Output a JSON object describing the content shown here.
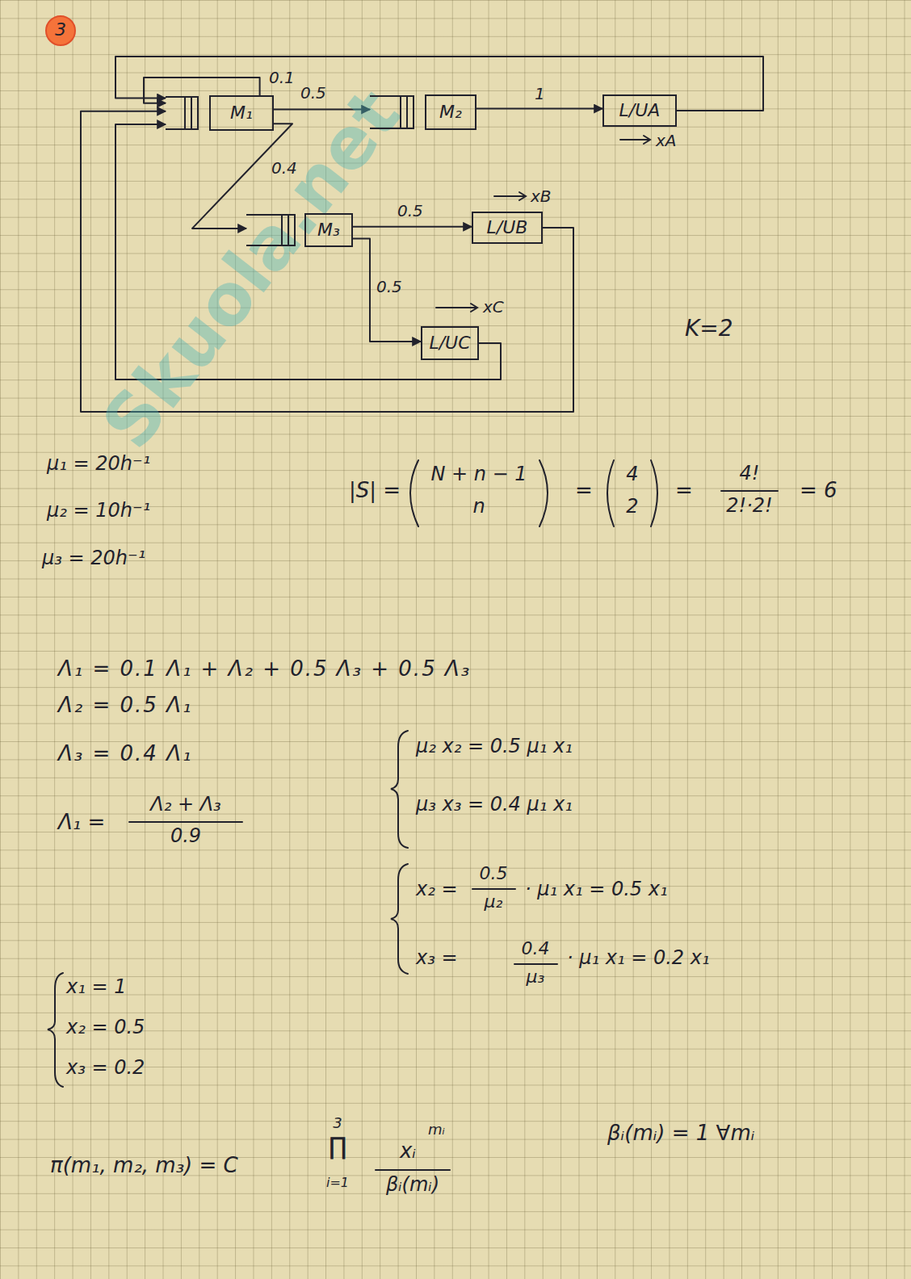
{
  "diagram": {
    "nodes": [
      {
        "text": [
          "M₁"
        ]
      },
      {
        "text": [
          "M₂"
        ]
      },
      {
        "text": [
          "L/UA"
        ]
      },
      {
        "text": [
          "M₃"
        ]
      },
      {
        "text": [
          "L/UB"
        ]
      },
      {
        "text": [
          "L/UC"
        ]
      }
    ],
    "edges": [
      {
        "from": 0,
        "to": 0,
        "label": "0.1",
        "arrow": "to"
      },
      {
        "from": 0,
        "to": 1,
        "label": "0.5",
        "arrow": "to"
      },
      {
        "from": 1,
        "to": 2,
        "label": "1",
        "arrow": "to"
      },
      {
        "from": 2,
        "to": 0,
        "arrow": "to"
      },
      {
        "from": 0,
        "to": 3,
        "label": "0.4",
        "arrow": "to"
      },
      {
        "from": 3,
        "to": 4,
        "label": "0.5",
        "arrow": "to"
      },
      {
        "from": 3,
        "to": 5,
        "label": "0.5",
        "arrow": "to"
      },
      {
        "from": 4,
        "to": 0,
        "arrow": "to"
      },
      {
        "from": 5,
        "to": 0,
        "arrow": "to"
      }
    ],
    "labels": [
      "3",
      "Skuola.net",
      "xA",
      "xB",
      "xC",
      "K=2",
      "μ₁ = 20h⁻¹",
      "μ₂ = 10h⁻¹",
      "μ₃ = 20h⁻¹",
      "|S| =",
      "N + n − 1",
      "n",
      "=",
      "4",
      "2",
      "=",
      "4!",
      "2!·2!",
      "= 6",
      "Λ₁ = 0.1 Λ₁ + Λ₂ + 0.5 Λ₃ + 0.5 Λ₃",
      "Λ₂ = 0.5 Λ₁",
      "Λ₃ = 0.4 Λ₁",
      "Λ₁ =",
      "Λ₂ + Λ₃",
      "0.9",
      "μ₂ x₂ = 0.5 μ₁ x₁",
      "μ₃ x₃ = 0.4 μ₁ x₁",
      "x₂ =",
      "0.5",
      "μ₂",
      "· μ₁ x₁ = 0.5 x₁",
      "x₃ =",
      "0.4",
      "μ₃",
      "· μ₁ x₁ = 0.2 x₁",
      "x₁ = 1",
      "x₂ = 0.5",
      "x₃ = 0.2",
      "π(m₁, m₂, m₃) = C",
      "3",
      "∏",
      "i=1",
      "xᵢ",
      "mᵢ",
      "βᵢ(mᵢ)",
      "βᵢ(mᵢ) = 1 ∀mᵢ"
    ]
  }
}
